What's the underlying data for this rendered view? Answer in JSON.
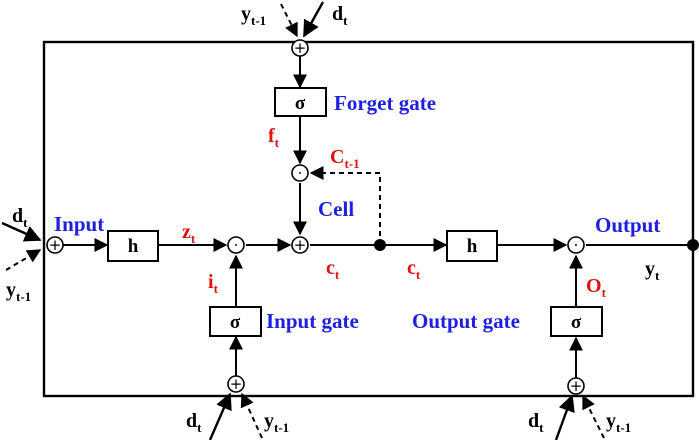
{
  "gates": {
    "forget": "Forget gate",
    "input": "Input gate",
    "output": "Output gate"
  },
  "labels": {
    "input": "Input",
    "output": "Output",
    "cell": "Cell"
  },
  "box_symbols": {
    "sigma": "σ",
    "h": "h"
  },
  "node_symbols": {
    "plus": "+",
    "dot": "⋅"
  },
  "variables": {
    "d": {
      "base": "d",
      "sub": "t"
    },
    "y_prev": {
      "base": "y",
      "sub": "t-1"
    },
    "y_out": {
      "base": "y",
      "sub": "t"
    },
    "f": {
      "base": "f",
      "sub": "t"
    },
    "C_prev": {
      "base": "C",
      "sub": "t-1"
    },
    "z": {
      "base": "z",
      "sub": "t"
    },
    "i": {
      "base": "i",
      "sub": "t"
    },
    "c": {
      "base": "c",
      "sub": "t"
    },
    "O": {
      "base": "O",
      "sub": "t"
    }
  },
  "colors": {
    "gate_label": "#1f1fe0",
    "variable": "#e01010",
    "line": "#000000"
  }
}
